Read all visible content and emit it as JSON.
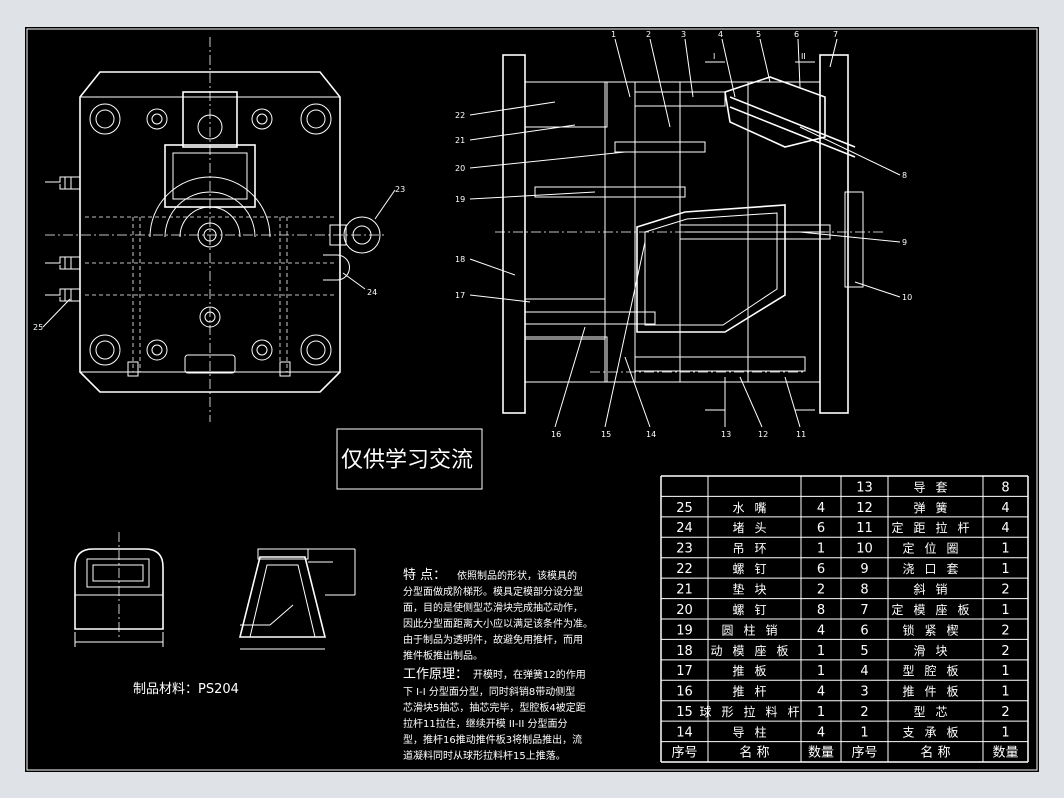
{
  "watermark": "仅供学习交流",
  "material": "制品材料：PS204",
  "features": {
    "heading1": "特    点：",
    "lines1": [
      "依照制品的形状，该模具的",
      "分型面做成阶梯形。模具定模部分设分型",
      "面，目的是使侧型芯滑块完成抽芯动作，",
      "因此分型面距离大小应以满足该条件为准。",
      "由于制品为透明件，故避免用推杆，而用",
      "推件板推出制品。"
    ],
    "heading2": "工作原理：",
    "lines2": [
      "开模时，在弹簧12的作用",
      "下 I-I 分型面分型，同时斜销8带动侧型",
      "芯滑块5抽芯，抽芯完毕，型腔板4被定距",
      "拉杆11拉住，继续开模 II-II 分型面分",
      "型，推杆16推动推件板3将制品推出，流",
      "道凝料同时从球形拉料杆15上推落。"
    ]
  },
  "bom_header": {
    "no": "序号",
    "name": "名    称",
    "qty": "数量"
  },
  "bom_left": [
    {
      "no": "25",
      "name": "水嘴",
      "qty": "4"
    },
    {
      "no": "24",
      "name": "堵头",
      "qty": "6"
    },
    {
      "no": "23",
      "name": "吊环",
      "qty": "1"
    },
    {
      "no": "22",
      "name": "螺钉",
      "qty": "6"
    },
    {
      "no": "21",
      "name": "垫块",
      "qty": "2"
    },
    {
      "no": "20",
      "name": "螺钉",
      "qty": "8"
    },
    {
      "no": "19",
      "name": "圆柱销",
      "qty": "4"
    },
    {
      "no": "18",
      "name": "动模座板",
      "qty": "1"
    },
    {
      "no": "17",
      "name": "推板",
      "qty": "1"
    },
    {
      "no": "16",
      "name": "推杆",
      "qty": "4"
    },
    {
      "no": "15",
      "name": "球形拉料杆",
      "qty": "1"
    },
    {
      "no": "14",
      "name": "导柱",
      "qty": "4"
    }
  ],
  "bom_right": [
    {
      "no": "13",
      "name": "导套",
      "qty": "8"
    },
    {
      "no": "12",
      "name": "弹簧",
      "qty": "4"
    },
    {
      "no": "11",
      "name": "定距拉杆",
      "qty": "4"
    },
    {
      "no": "10",
      "name": "定位圈",
      "qty": "1"
    },
    {
      "no": "9",
      "name": "浇口套",
      "qty": "1"
    },
    {
      "no": "8",
      "name": "斜销",
      "qty": "2"
    },
    {
      "no": "7",
      "name": "定模座板",
      "qty": "1"
    },
    {
      "no": "6",
      "name": "锁紧楔",
      "qty": "2"
    },
    {
      "no": "5",
      "name": "滑块",
      "qty": "2"
    },
    {
      "no": "4",
      "name": "型腔板",
      "qty": "1"
    },
    {
      "no": "3",
      "name": "推件板",
      "qty": "1"
    },
    {
      "no": "2",
      "name": "型芯",
      "qty": "2"
    },
    {
      "no": "1",
      "name": "支承板",
      "qty": "1"
    }
  ],
  "callouts_section": {
    "top": [
      "1",
      "2",
      "3",
      "4",
      "5",
      "6",
      "7"
    ],
    "left": [
      "22",
      "21",
      "20",
      "19",
      "18",
      "17"
    ],
    "right": [
      "8",
      "9",
      "10"
    ],
    "bottom": [
      "16",
      "15",
      "14",
      "13",
      "12",
      "11"
    ]
  },
  "callouts_plan": [
    "23",
    "24",
    "25"
  ],
  "section_marks": {
    "s1": "I",
    "s2": "II"
  }
}
